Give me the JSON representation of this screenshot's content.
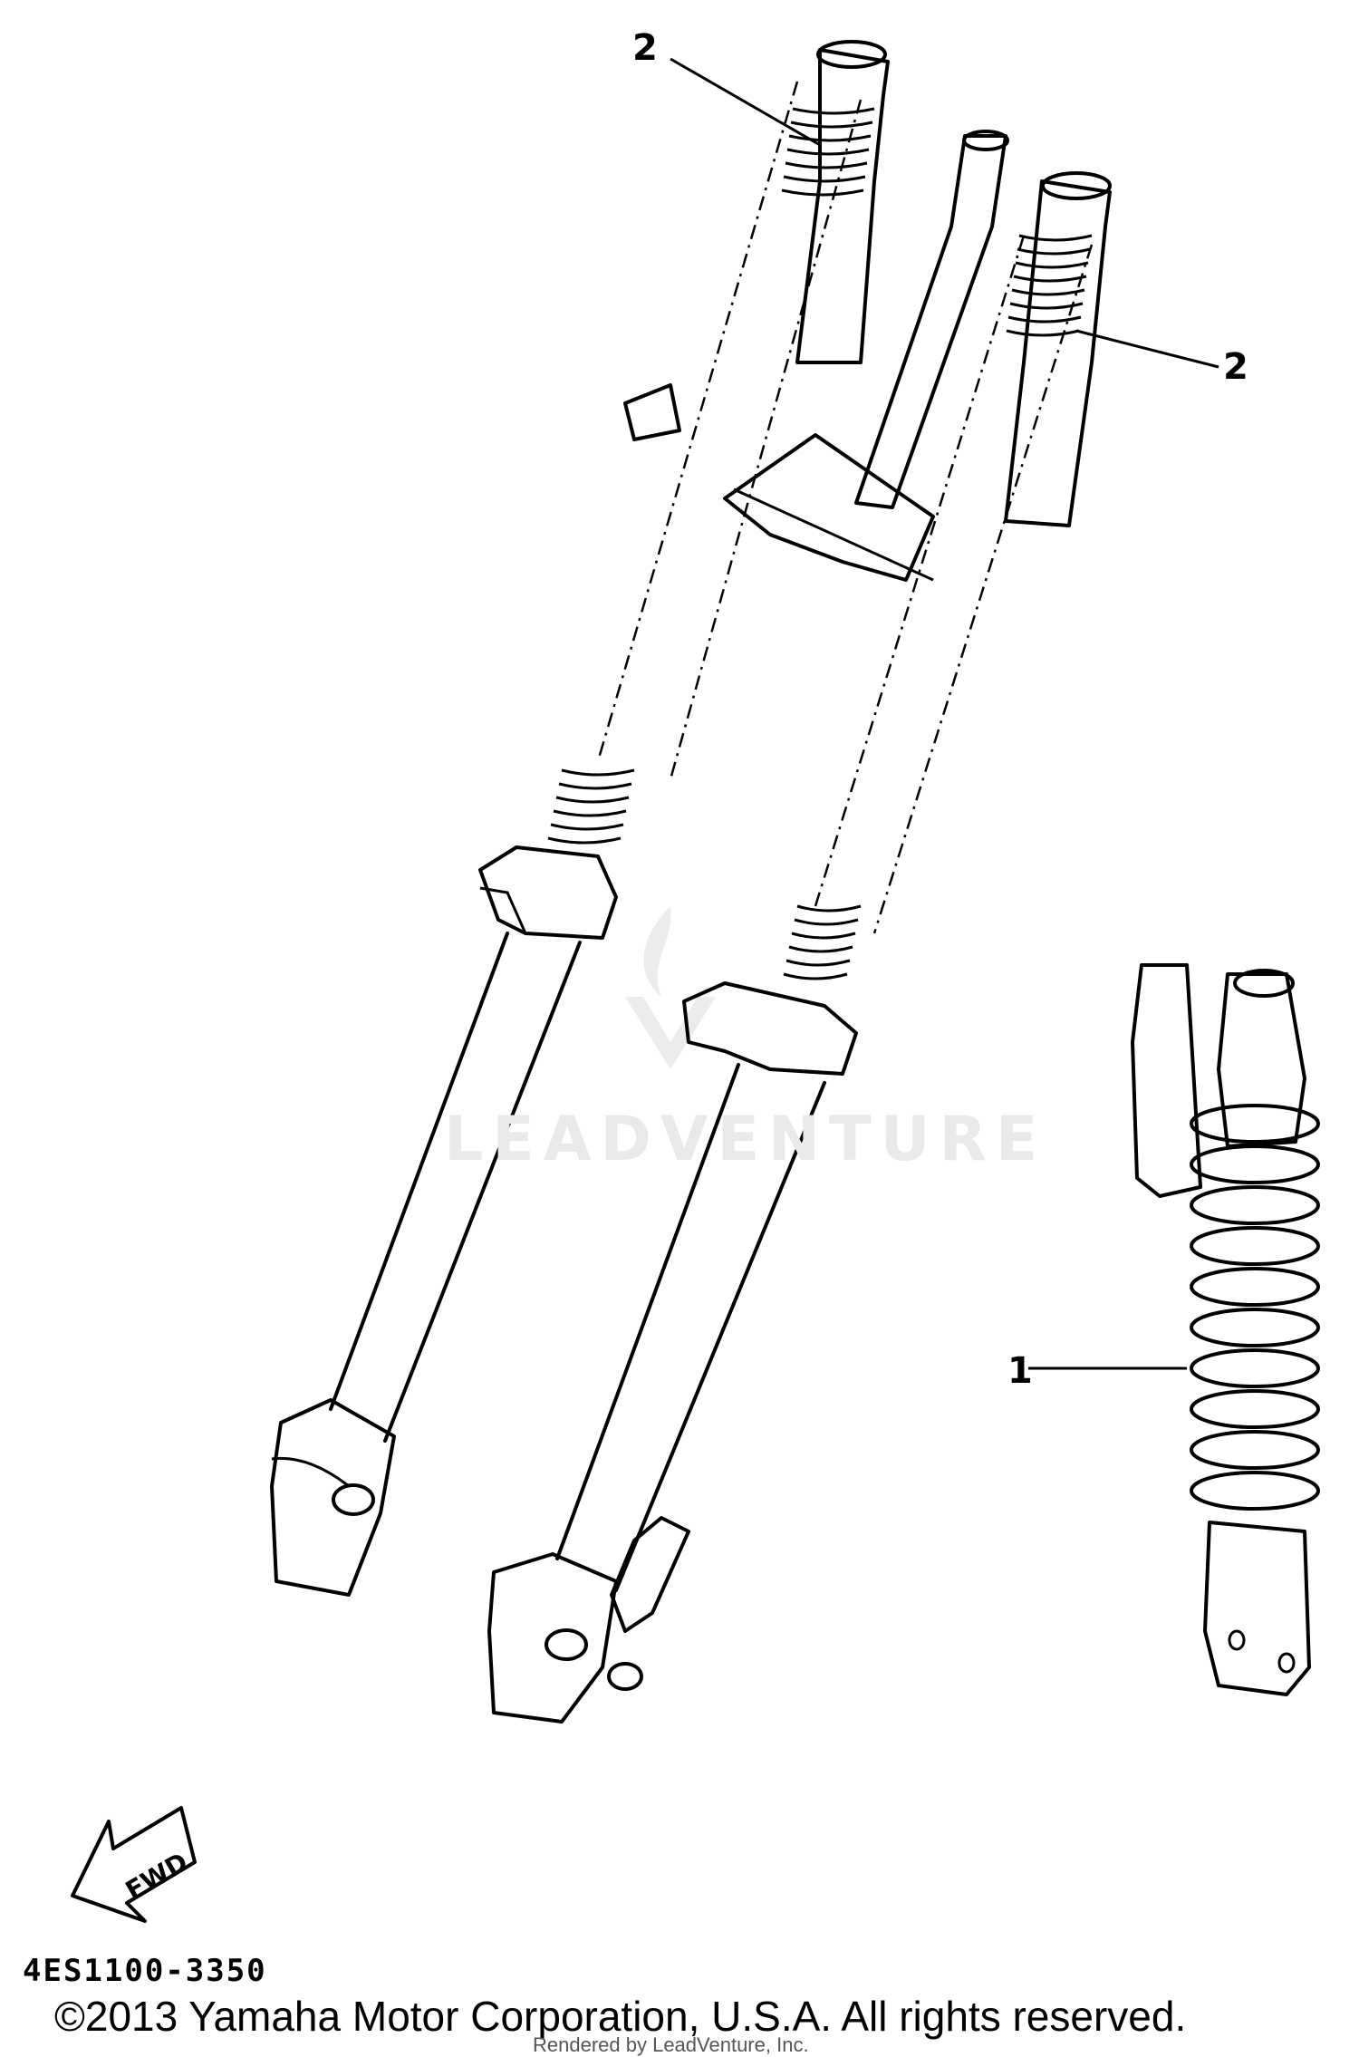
{
  "callouts": {
    "left_fork_spring": "2",
    "right_fork_spring": "2",
    "rear_shock": "1"
  },
  "fwd_arrow": "FWD",
  "part_code": "4ES1100-3350",
  "watermark": "LEADVENTURE",
  "copyright": "©2013 Yamaha Motor Corporation, U.S.A. All rights reserved.",
  "rendered_by": "Rendered by LeadVenture, Inc.",
  "colors": {
    "ink": "#000000",
    "background": "#ffffff",
    "watermark": "#e9e9e9"
  }
}
